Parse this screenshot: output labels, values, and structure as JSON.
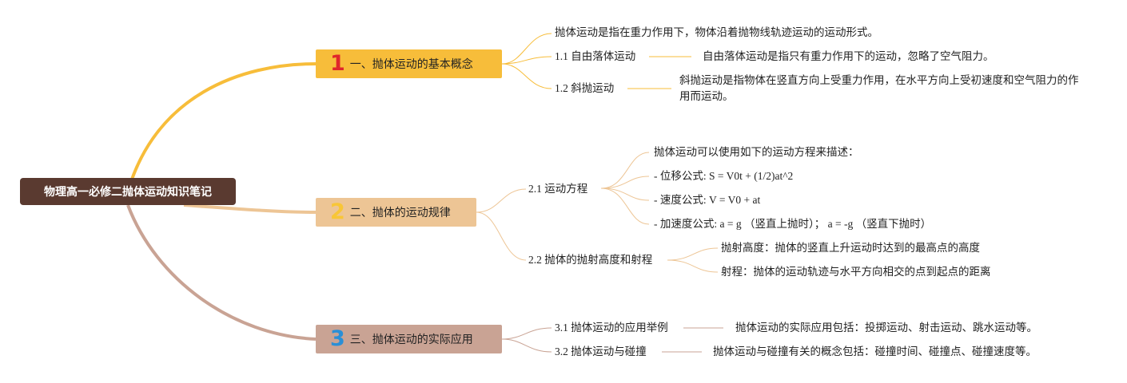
{
  "root": {
    "label": "物理高一必修二抛体运动知识笔记"
  },
  "branches": [
    {
      "num": "1",
      "label": "一、抛体运动的基本概念",
      "items": [
        {
          "text": "抛体运动是指在重力作用下，物体沿着抛物线轨迹运动的运动形式。"
        },
        {
          "label": "1.1 自由落体运动",
          "detail": "自由落体运动是指只有重力作用下的运动，忽略了空气阻力。"
        },
        {
          "label": "1.2 斜抛运动",
          "detail": "斜抛运动是指物体在竖直方向上受重力作用，在水平方向上受初速度和空气阻力的作用而运动。"
        }
      ]
    },
    {
      "num": "2",
      "label": "二、抛体的运动规律",
      "items": [
        {
          "label": "2.1 运动方程",
          "details": [
            "抛体运动可以使用如下的运动方程来描述：",
            "- 位移公式: S = V0t + (1/2)at^2",
            "- 速度公式: V = V0 + at",
            "- 加速度公式: a = g （竖直上抛时）； a = -g （竖直下抛时）"
          ]
        },
        {
          "label": "2.2 抛体的抛射高度和射程",
          "details": [
            "抛射高度：抛体的竖直上升运动时达到的最高点的高度",
            "射程：抛体的运动轨迹与水平方向相交的点到起点的距离"
          ]
        }
      ]
    },
    {
      "num": "3",
      "label": "三、抛体运动的实际应用",
      "items": [
        {
          "label": "3.1 抛体运动的应用举例",
          "detail": "抛体运动的实际应用包括：投掷运动、射击运动、跳水运动等。"
        },
        {
          "label": "3.2 抛体运动与碰撞",
          "detail": "抛体运动与碰撞有关的概念包括：碰撞时间、碰撞点、碰撞速度等。"
        }
      ]
    }
  ],
  "colors": {
    "root": "#5a3a30",
    "branch1": "#f7bd3a",
    "branch2": "#edc595",
    "branch3": "#c9a394",
    "num1": "#e0262b",
    "num2": "#f8c637",
    "num3": "#2a8fd6"
  }
}
